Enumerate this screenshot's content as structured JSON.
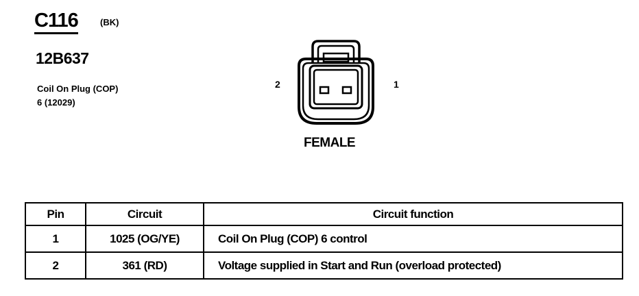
{
  "connector": {
    "id": "C116",
    "color_code": "(BK)",
    "part_number": "12B637",
    "description_line1": "Coil On Plug (COP)",
    "description_line2": "6 (12029)"
  },
  "diagram": {
    "pin_left_label": "2",
    "pin_right_label": "1",
    "gender": "FEMALE"
  },
  "table": {
    "headers": [
      "Pin",
      "Circuit",
      "Circuit function"
    ],
    "rows": [
      {
        "pin": "1",
        "circuit": "1025 (OG/YE)",
        "function": "Coil On Plug (COP) 6  control"
      },
      {
        "pin": "2",
        "circuit": "361 (RD)",
        "function": "Voltage supplied in Start and Run (overload protected)"
      }
    ]
  }
}
